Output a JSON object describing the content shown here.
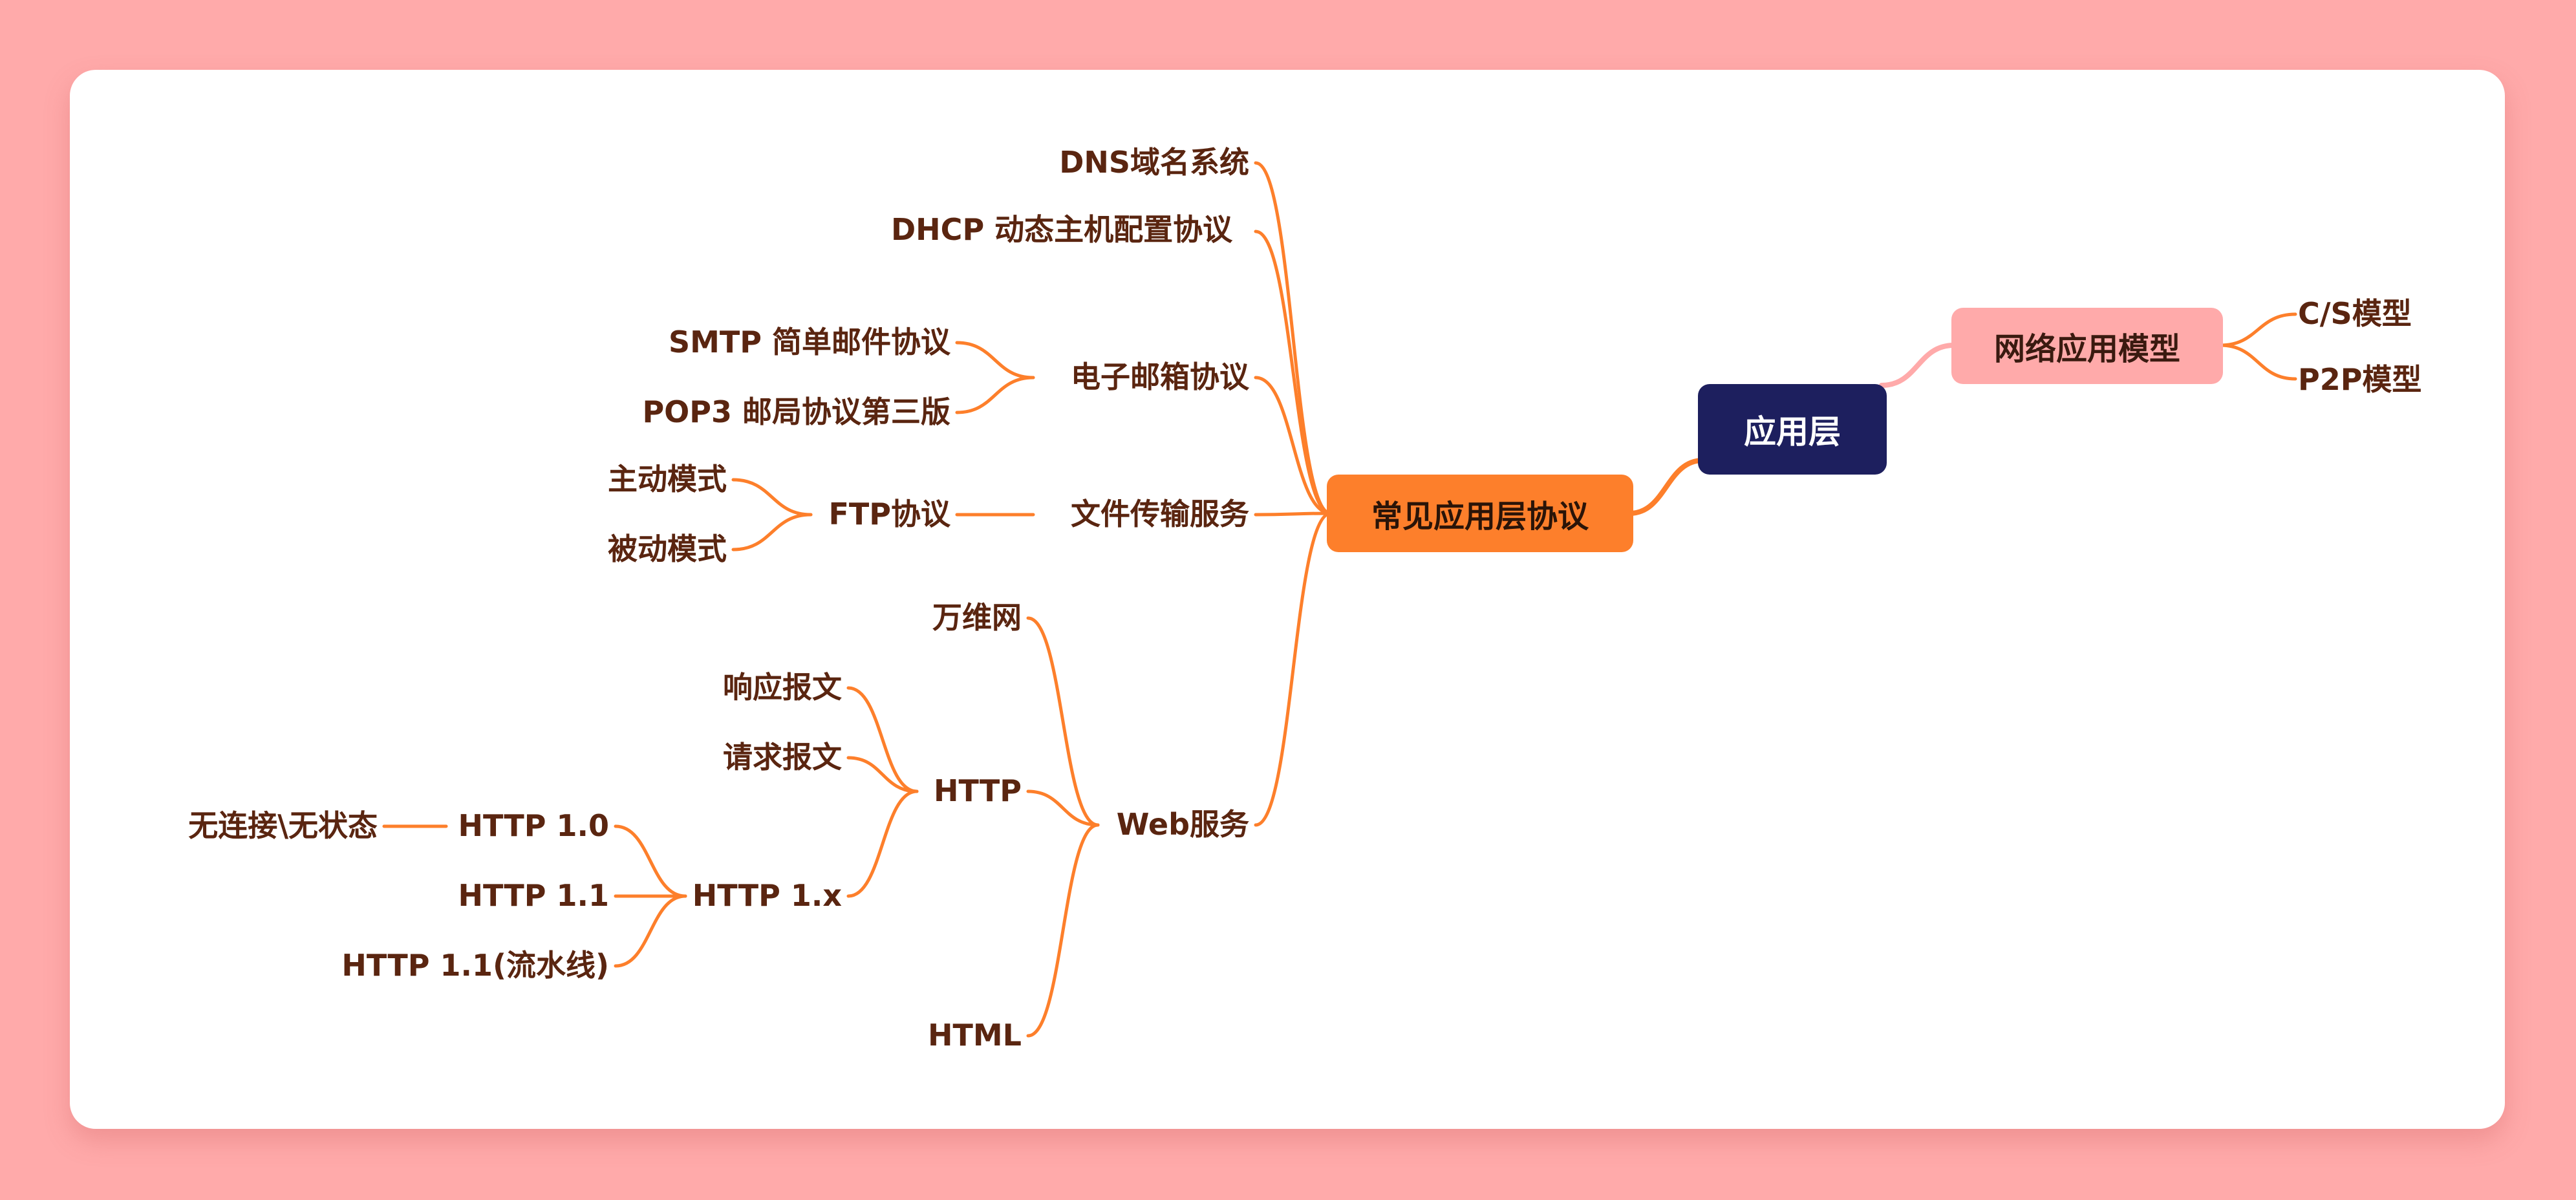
{
  "root": {
    "label": "应用层",
    "color": "#1d1f5e",
    "text_color": "#ffffff"
  },
  "model_branch": {
    "label": "网络应用模型",
    "color": "#ffaaaa",
    "text_color": "#3a1a10",
    "children": [
      "C/S模型",
      "P2P模型"
    ]
  },
  "protocol_branch": {
    "label": "常见应用层协议",
    "color": "#fd7f2b",
    "text_color": "#2a1408",
    "dns": "DNS域名系统",
    "dhcp": "DHCP 动态主机配置协议",
    "email": {
      "label": "电子邮箱协议",
      "children": [
        "SMTP 简单邮件协议",
        "POP3 邮局协议第三版"
      ]
    },
    "file_transfer": {
      "label": "文件传输服务",
      "ftp": {
        "label": "FTP协议",
        "children": [
          "主动模式",
          "被动模式"
        ]
      }
    },
    "web": {
      "label": "Web服务",
      "www": "万维网",
      "html": "HTML",
      "http": {
        "label": "HTTP",
        "response": "响应报文",
        "request": "请求报文",
        "http1x": {
          "label": "HTTP 1.x",
          "v10": {
            "label": "HTTP 1.0",
            "note": "无连接\\无状态"
          },
          "v11": "HTTP 1.1",
          "v11_pipeline": "HTTP 1.1(流水线)"
        }
      }
    }
  },
  "colors": {
    "background": "#ffaaaa",
    "card": "#ffffff",
    "line_orange": "#fd7f2b",
    "line_pink": "#ffaaaa",
    "text_dark": "#5a2510"
  }
}
